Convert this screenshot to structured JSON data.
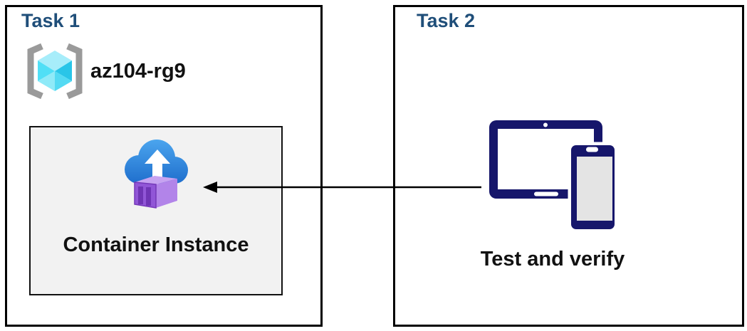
{
  "colors": {
    "title": "#1F4E79",
    "panel_border": "#000000",
    "inner_box_bg": "#F2F2F2",
    "label_text": "#111111",
    "device_navy": "#16166B",
    "bracket_gray": "#9A9A9A",
    "cube_cyan_light": "#A7EDFA",
    "cube_cyan": "#50DFF6",
    "cube_cyan_dark": "#29C5E8",
    "cloud_blue_top": "#4BA5EE",
    "cloud_blue_bottom": "#1E6DCC",
    "container_purple_front": "#9156D7",
    "container_purple_side": "#B284E9",
    "container_purple_top": "#C7A3F1",
    "container_purple_door": "#6F35B5",
    "arrow": "#000000"
  },
  "task1": {
    "title": "Task 1",
    "resource_group": {
      "name": "az104-rg9"
    },
    "container_box": {
      "label": "Container Instance"
    }
  },
  "task2": {
    "title": "Task 2",
    "caption": "Test and verify"
  }
}
